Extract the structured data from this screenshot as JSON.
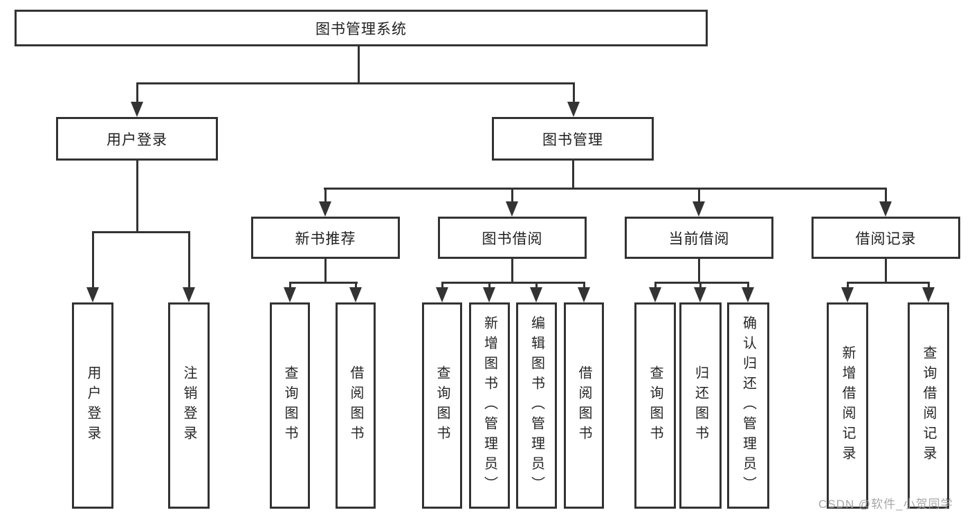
{
  "tree": {
    "label": "图书管理系统",
    "children": [
      {
        "label": "用户登录",
        "children": [
          {
            "label": "用户登录"
          },
          {
            "label": "注销登录"
          }
        ]
      },
      {
        "label": "图书管理",
        "children": [
          {
            "label": "新书推荐",
            "children": [
              {
                "label": "查询图书"
              },
              {
                "label": "借阅图书"
              }
            ]
          },
          {
            "label": "图书借阅",
            "children": [
              {
                "label": "查询图书"
              },
              {
                "label": "新增图书（管理员）"
              },
              {
                "label": "编辑图书（管理员）"
              },
              {
                "label": "借阅图书"
              }
            ]
          },
          {
            "label": "当前借阅",
            "children": [
              {
                "label": "查询图书"
              },
              {
                "label": "归还图书"
              },
              {
                "label": "确认归还（管理员）"
              }
            ]
          },
          {
            "label": "借阅记录",
            "children": [
              {
                "label": "新增借阅记录"
              },
              {
                "label": "查询借阅记录"
              }
            ]
          }
        ]
      }
    ]
  },
  "watermark": {
    "text": "CSDN @软件_小贺同学"
  },
  "colors": {
    "line": "#333333",
    "box_background": "#ffffff",
    "text": "#1f1f1f",
    "watermark": "#9e9e9e"
  }
}
